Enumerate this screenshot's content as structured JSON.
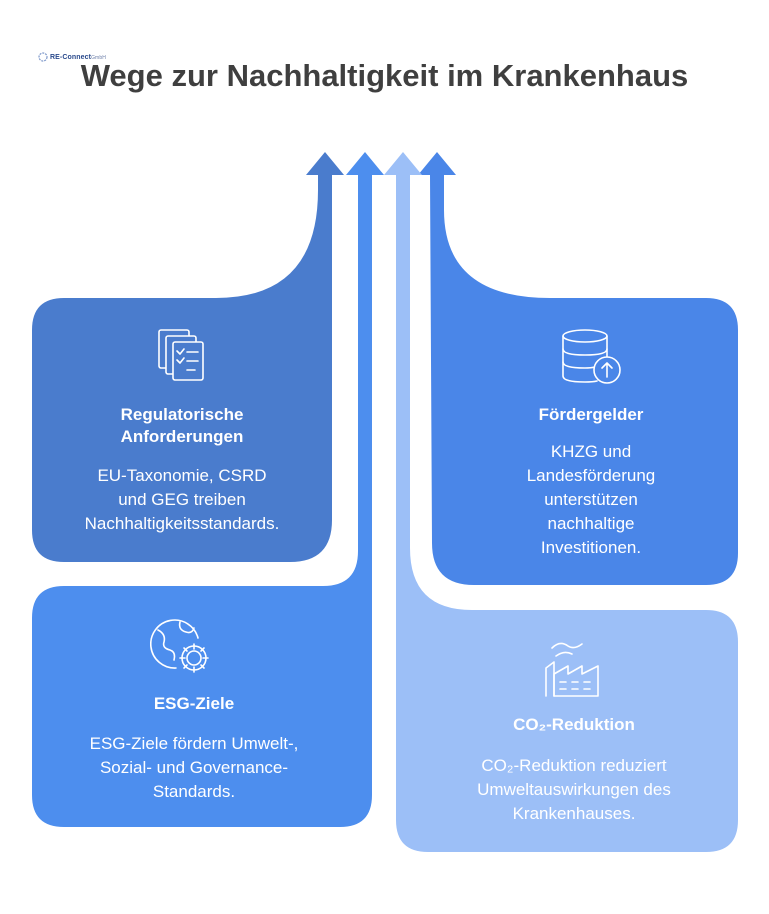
{
  "logo": {
    "text": "RE-Connect",
    "suffix": "GmbH"
  },
  "title": "Wege zur Nachhaltigkeit im Krankenhaus",
  "colors": {
    "dark_blue": "#4a7ccd",
    "blue": "#4d8eee",
    "mid_blue": "#4a86e8",
    "light_blue": "#9cbff7"
  },
  "cards": {
    "regulatory": {
      "icon": "checklist-documents-icon",
      "heading_line1": "Regulatorische",
      "heading_line2": "Anforderungen",
      "desc_line1": "EU-Taxonomie, CSRD",
      "desc_line2": "und GEG treiben",
      "desc_line3": "Nachhaltigkeitsstandards."
    },
    "funding": {
      "icon": "database-upload-icon",
      "heading": "Fördergelder",
      "desc_line1": "KHZG und",
      "desc_line2": "Landesförderung",
      "desc_line3": "unterstützen",
      "desc_line4": "nachhaltige",
      "desc_line5": "Investitionen."
    },
    "esg": {
      "icon": "globe-gear-icon",
      "heading": "ESG-Ziele",
      "desc_line1": "ESG-Ziele fördern Umwelt-,",
      "desc_line2": "Sozial- und Governance-",
      "desc_line3": "Standards."
    },
    "co2": {
      "icon": "factory-icon",
      "heading": "CO₂-Reduktion",
      "desc_line1": "CO₂-Reduktion reduziert",
      "desc_line2": "Umweltauswirkungen des",
      "desc_line3": "Krankenhauses."
    }
  }
}
